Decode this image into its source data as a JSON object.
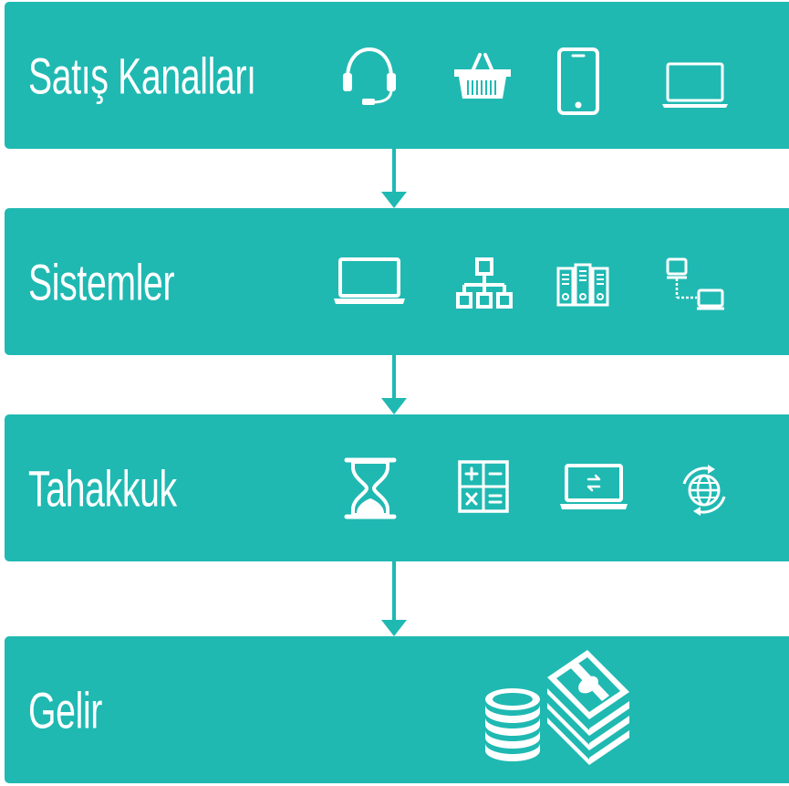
{
  "colors": {
    "band": "#1fb9b2",
    "icon": "#ffffff",
    "arrow": "#1fb9b2"
  },
  "stages": [
    {
      "label": "Satış Kanalları",
      "icons": [
        "headset-icon",
        "shopping-basket-icon",
        "smartphone-icon",
        "laptop-icon"
      ]
    },
    {
      "label": "Sistemler",
      "icons": [
        "laptop-icon",
        "network-hierarchy-icon",
        "server-rack-icon",
        "connected-devices-icon"
      ]
    },
    {
      "label": "Tahakkuk",
      "icons": [
        "hourglass-icon",
        "calculator-icon",
        "laptop-transfer-icon",
        "globe-refresh-icon"
      ]
    },
    {
      "label": "Gelir",
      "icons": [
        "coins-and-cash-icon"
      ]
    }
  ]
}
